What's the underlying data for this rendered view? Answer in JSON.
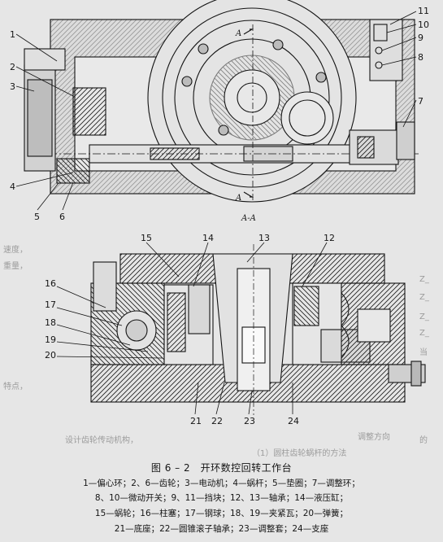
{
  "figure": {
    "title": "图 6 – 2　开环数控回转工作台",
    "legend_lines": [
      "1—偏心环；2、6—齿轮；3—电动机；4—蜗杆；5—垫圈；7—调整环；",
      "8、10—微动开关；9、11—挡块；12、13—轴承；14—液压缸；",
      "15—蜗轮；16—柱塞；17—钢球；18、19—夹紧瓦；20—弹簧；",
      "21—底座；22—圆锥滚子轴承；23—调整套；24—支座"
    ]
  },
  "upper_view": {
    "callouts": [
      "1",
      "2",
      "3",
      "4",
      "5",
      "6",
      "7",
      "8",
      "9",
      "10",
      "11"
    ],
    "section_markers": [
      "A",
      "A"
    ]
  },
  "lower_view": {
    "section_label": "A-A",
    "callouts": [
      "12",
      "13",
      "14",
      "15",
      "16",
      "17",
      "18",
      "19",
      "20",
      "21",
      "22",
      "23",
      "24"
    ]
  },
  "background_text": {
    "left_fragments": [
      "速度，",
      "重量，",
      "特点，"
    ],
    "right_fragments": [
      "Z_",
      "Z_",
      "Z_",
      "Z_",
      "当",
      "的"
    ],
    "bottom_fragments": [
      "设计齿轮传动机构，",
      "（1）圆柱齿轮蜗杆的方法",
      "调整方向"
    ]
  }
}
